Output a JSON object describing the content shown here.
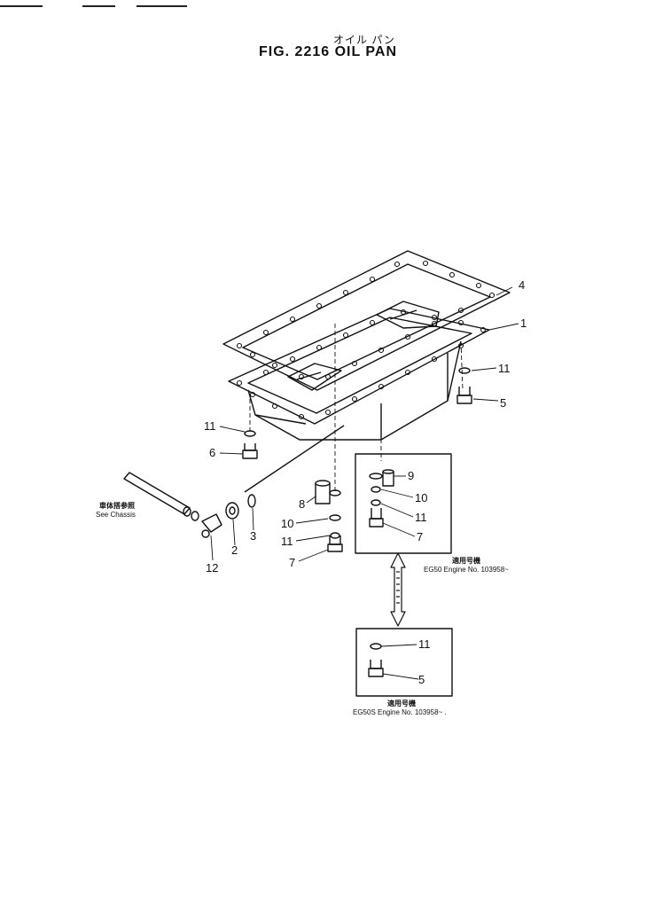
{
  "header": {
    "title_jp": "オイル パン",
    "title": "FIG. 2216   OIL  PAN"
  },
  "callouts": {
    "c1": "1",
    "c2": "2",
    "c3": "3",
    "c4": "4",
    "c5a": "5",
    "c5b": "5",
    "c6": "6",
    "c7a": "7",
    "c7b": "7",
    "c8": "8",
    "c9": "9",
    "c10a": "10",
    "c10b": "10",
    "c11a": "11",
    "c11b": "11",
    "c11c": "11",
    "c11d": "11",
    "c11e": "11",
    "c12": "12"
  },
  "notes": {
    "chassis_jp": "車体搭参照",
    "chassis_en": "See  Chassis",
    "box_upper_jp": "適用号機",
    "box_upper_en": "EG50  Engine  No.  103958~",
    "box_lower_jp": "適用号機",
    "box_lower_en": "EG50S  Engine  No.  103958~  ."
  },
  "colors": {
    "ink": "#111111",
    "paper": "#ffffff"
  }
}
